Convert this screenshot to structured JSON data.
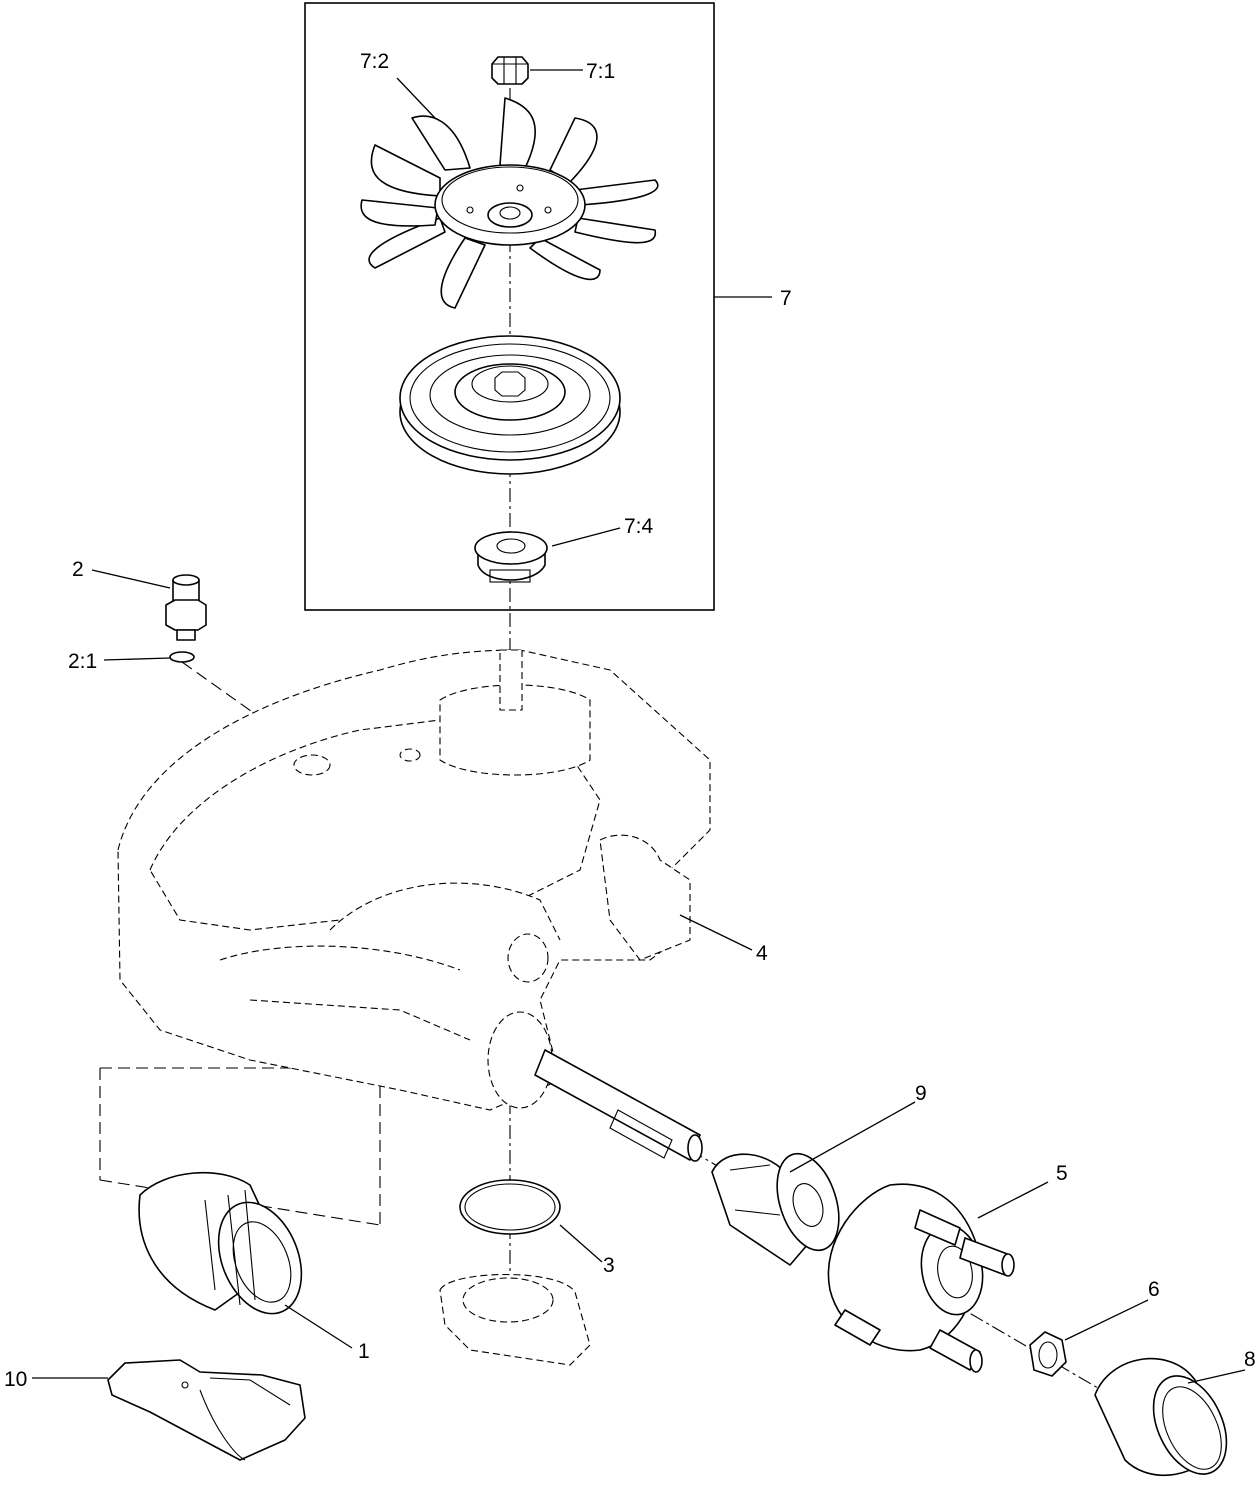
{
  "diagram": {
    "callouts": [
      {
        "id": "7_1",
        "label": "7:1"
      },
      {
        "id": "7_2",
        "label": "7:2"
      },
      {
        "id": "7",
        "label": "7"
      },
      {
        "id": "7_4",
        "label": "7:4"
      },
      {
        "id": "2",
        "label": "2"
      },
      {
        "id": "2_1",
        "label": "2:1"
      },
      {
        "id": "4",
        "label": "4"
      },
      {
        "id": "9",
        "label": "9"
      },
      {
        "id": "5",
        "label": "5"
      },
      {
        "id": "3",
        "label": "3"
      },
      {
        "id": "6",
        "label": "6"
      },
      {
        "id": "8",
        "label": "8"
      },
      {
        "id": "1",
        "label": "1"
      },
      {
        "id": "10",
        "label": "10"
      }
    ]
  }
}
